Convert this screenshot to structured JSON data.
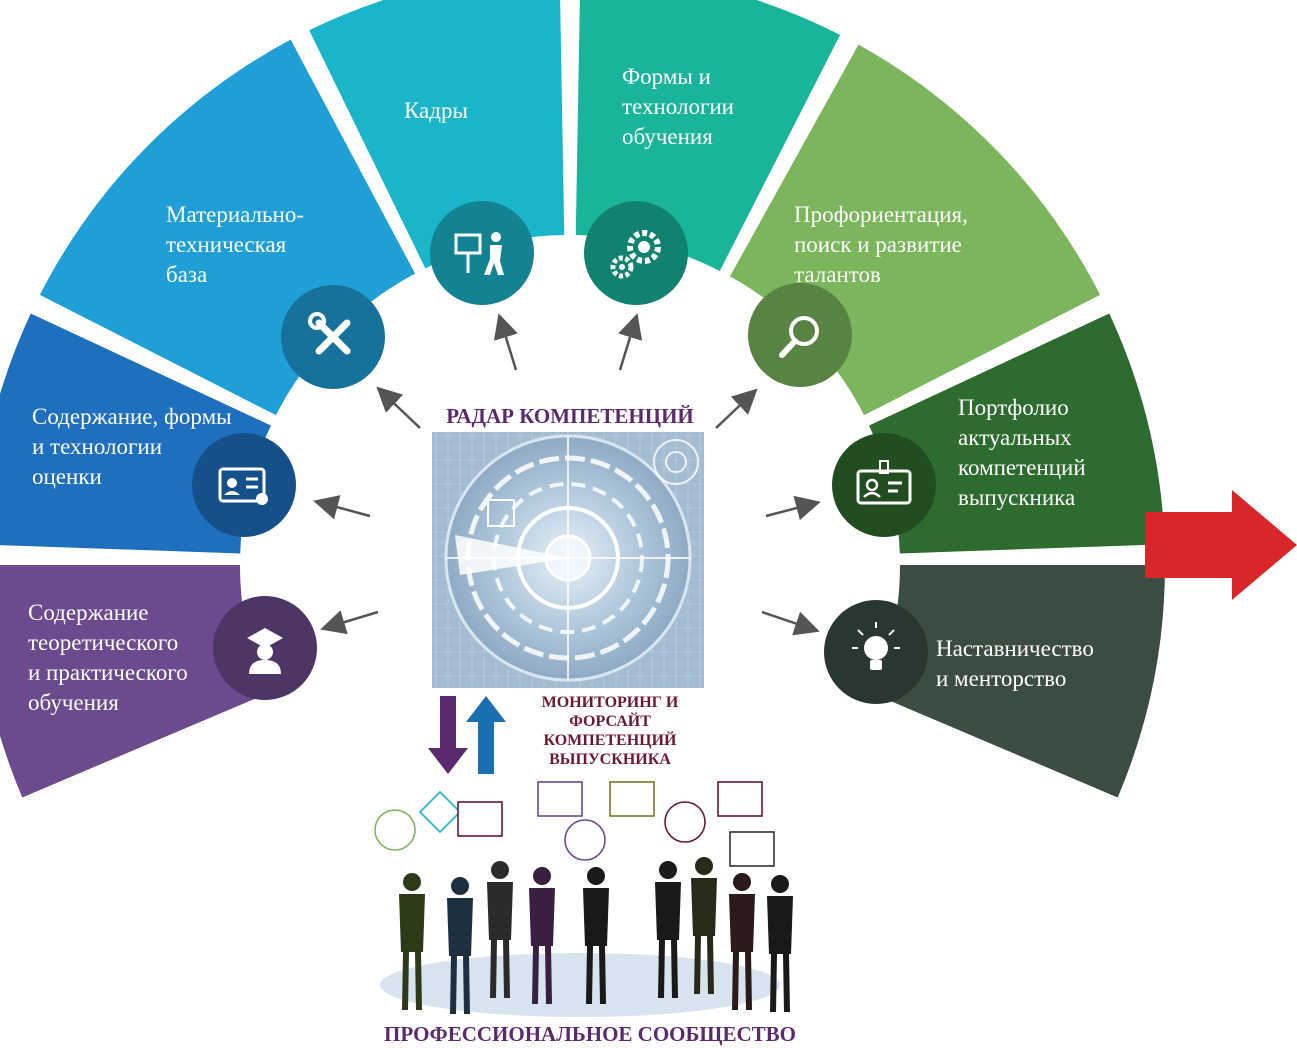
{
  "segments": [
    {
      "id": "content-theory",
      "label": "Содержание\nтеоретического\nи практического\nобучения",
      "color": "#6b4a8e",
      "icon": "graduate-icon"
    },
    {
      "id": "assessment",
      "label": "Содержание, формы\nи технологии\nоценки",
      "color": "#1f6fbf",
      "icon": "certificate-icon"
    },
    {
      "id": "material-base",
      "label": "Материально-\nтехническая\nбаза",
      "color": "#1f9fd6",
      "icon": "tools-icon"
    },
    {
      "id": "staff",
      "label": "Кадры",
      "color": "#1ab5c9",
      "icon": "presenter-icon"
    },
    {
      "id": "forms-tech",
      "label": "Формы и\nтехнологии\nобучения",
      "color": "#19b59b",
      "icon": "gears-icon"
    },
    {
      "id": "career-guidance",
      "label": "Профориентация,\nпоиск и развитие\nталантов",
      "color": "#7cb65c",
      "icon": "magnifier-icon"
    },
    {
      "id": "portfolio",
      "label": "Портфолио\nактуальных\nкомпетенций\nвыпускника",
      "color": "#2e6b2e",
      "icon": "id-card-icon"
    },
    {
      "id": "mentoring",
      "label": "Наставничество\nи менторство",
      "color": "#3b4c42",
      "icon": "lightbulb-icon"
    }
  ],
  "center": {
    "radar_title": "РАДАР КОМПЕТЕНЦИЙ",
    "monitor_title": "МОНИТОРИНГ И\nФОРСАЙТ\nКОМПЕТЕНЦИЙ\nВЫПУСКНИКА",
    "community_title": "ПРОФЕССИОНАЛЬНОЕ СООБЩЕСТВО"
  },
  "colors": {
    "output_arrow": "#d9262a",
    "down_arrow": "#5b2a6e",
    "up_arrow": "#1a6fb0",
    "connector_arrow": "#555555",
    "radar_bg": "#9bb4cc"
  }
}
